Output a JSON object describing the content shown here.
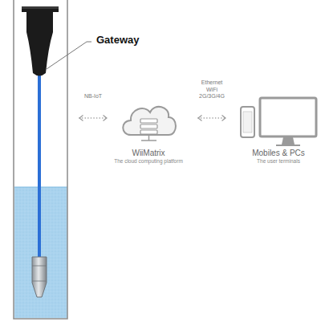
{
  "diagram": {
    "nodes": [
      {
        "text": [
          "Gateway"
        ]
      },
      {
        "text": [
          "WiiMatrix",
          "The cloud computing platform"
        ]
      },
      {
        "text": [
          "Mobiles & PCs",
          "The user terminals"
        ]
      }
    ],
    "edges": [
      {
        "from": 0,
        "to": 1,
        "arrow": "both",
        "label": "NB-IoT"
      },
      {
        "from": 1,
        "to": 2,
        "arrow": "both",
        "label": "Ethernet WiFi 2G/3G/4G"
      }
    ]
  }
}
